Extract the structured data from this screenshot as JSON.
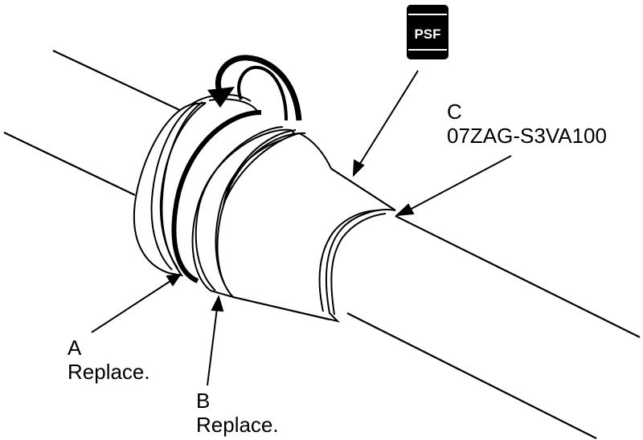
{
  "psf_icon": {
    "label": "PSF",
    "color": "#000000"
  },
  "callouts": {
    "a": {
      "letter": "A",
      "note": "Replace."
    },
    "b": {
      "letter": "B",
      "note": "Replace."
    },
    "c": {
      "letter": "C",
      "part_number": "07ZAG-S3VA100"
    }
  }
}
